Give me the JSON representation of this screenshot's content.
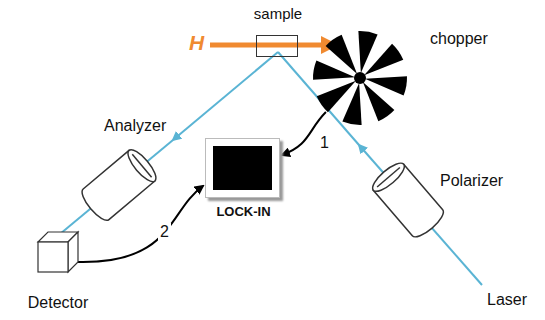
{
  "diagram": {
    "nodes": [
      {
        "text": [
          "sample"
        ]
      },
      {
        "text": [
          "chopper"
        ]
      },
      {
        "text": [
          "Analyzer"
        ]
      },
      {
        "text": [
          "LOCK-IN"
        ]
      },
      {
        "text": [
          "Polarizer"
        ]
      },
      {
        "text": [
          "Detector"
        ]
      }
    ],
    "edges": [
      {
        "from": 1,
        "to": 3,
        "label": "1",
        "arrow": "to"
      },
      {
        "from": 5,
        "to": 3,
        "label": "2",
        "arrow": "to"
      }
    ],
    "labels": [
      "H",
      "Laser"
    ]
  }
}
